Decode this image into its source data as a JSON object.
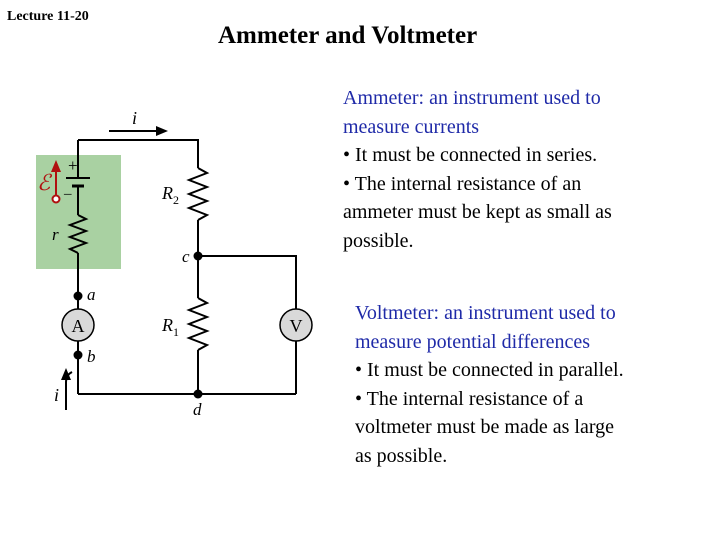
{
  "header": {
    "lecture": "Lecture 11-20",
    "title": "Ammeter and Voltmeter"
  },
  "ammeter": {
    "term": "Ammeter",
    "lines": [
      ": an instrument used to",
      "measure currents",
      "• It must be connected in series.",
      "• The internal resistance of an",
      "ammeter must be kept as small as",
      "possible."
    ]
  },
  "voltmeter": {
    "term": "Voltmeter",
    "lines": [
      ": an instrument used to",
      "measure potential differences",
      "• It must be connected in parallel.",
      "• The internal resistance of  a",
      "voltmeter must be made as large",
      "as possible."
    ]
  },
  "diagram": {
    "current_top": "i",
    "current_bottom": "i",
    "emf": "ℰ",
    "plus": "+",
    "minus": "–",
    "r": "r",
    "R2": "R",
    "R2_sub": "2",
    "R1": "R",
    "R1_sub": "1",
    "node_a": "a",
    "node_b": "b",
    "node_c": "c",
    "node_d": "d",
    "ammeter_label": "A",
    "voltmeter_label": "V",
    "colors": {
      "battery_box": "#a9d1a2",
      "meter_fill": "#d9d9d9",
      "emf": "#b01010"
    }
  }
}
